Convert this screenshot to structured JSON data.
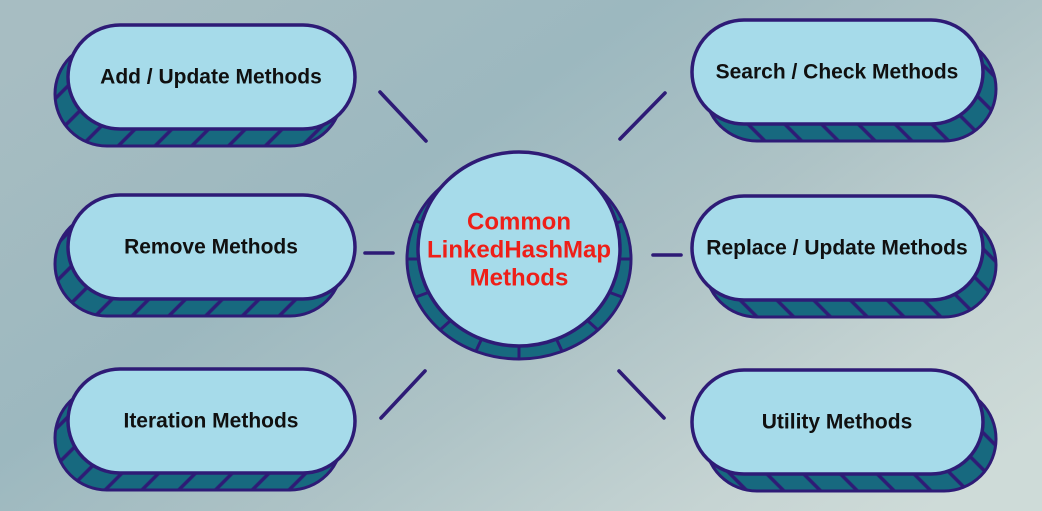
{
  "diagram": {
    "center": {
      "label": "Common LinkedHashMap Methods",
      "lines": [
        "Common",
        "LinkedHashMap",
        "Methods"
      ]
    },
    "nodes": [
      {
        "id": "add-update",
        "position": "top-left",
        "label": "Add / Update Methods"
      },
      {
        "id": "search-check",
        "position": "top-right",
        "label": "Search / Check Methods"
      },
      {
        "id": "remove",
        "position": "middle-left",
        "label": "Remove Methods"
      },
      {
        "id": "replace-update",
        "position": "middle-right",
        "label": "Replace / Update Methods"
      },
      {
        "id": "iteration",
        "position": "bottom-left",
        "label": "Iteration Methods"
      },
      {
        "id": "utility",
        "position": "bottom-right",
        "label": "Utility Methods"
      }
    ],
    "colors": {
      "node_fill": "#a6dbea",
      "rim_teal": "#17697f",
      "outline_purple": "#2e1b76",
      "connector_purple": "#2e1b76",
      "node_text": "#101010",
      "center_text": "#ee1f18",
      "background_left": "#a7bdc2",
      "background_mid": "#9cb8bf",
      "background_right": "#cedbd8"
    }
  }
}
